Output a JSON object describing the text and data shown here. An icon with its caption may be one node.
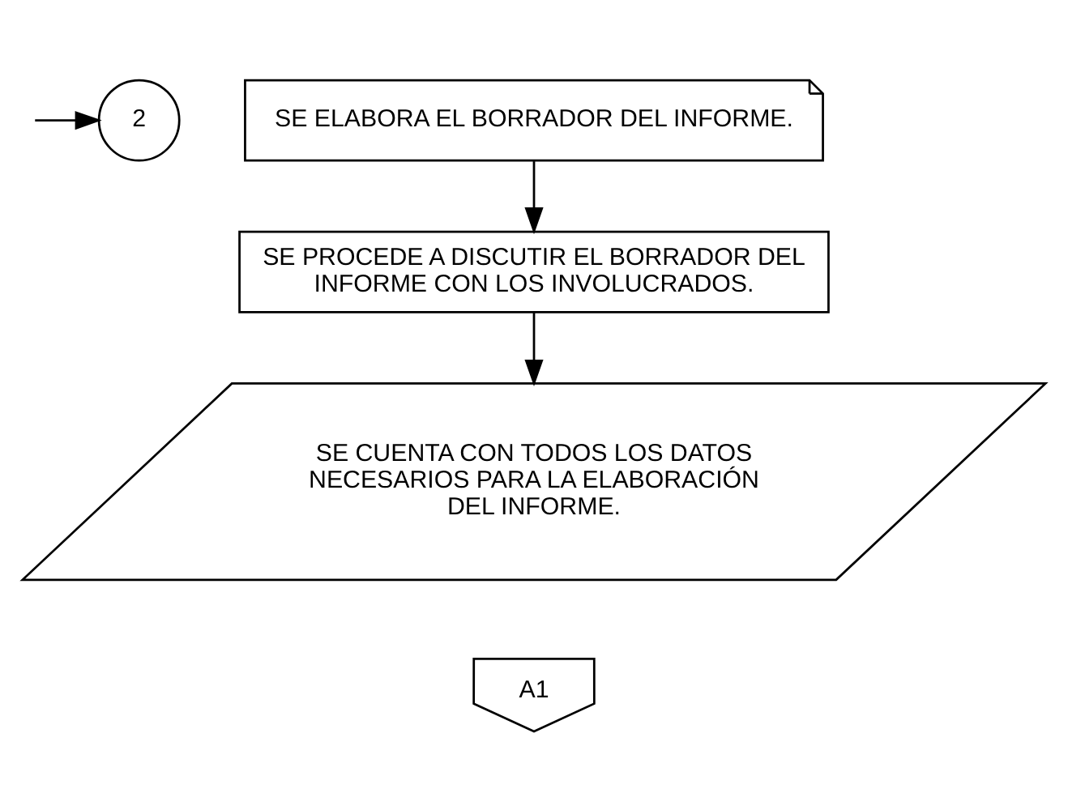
{
  "diagram": {
    "nodes": [
      {
        "text": [
          "2"
        ]
      },
      {
        "text": [
          "SE ELABORA EL BORRADOR DEL INFORME."
        ]
      },
      {
        "text": [
          "SE PROCEDE A DISCUTIR EL BORRADOR DEL INFORME CON LOS INVOLUCRADOS."
        ]
      },
      {
        "text": [
          "SE CUENTA CON TODOS LOS DATOS NECESARIOS PARA LA ELABORACIÓN DEL INFORME."
        ]
      },
      {
        "text": [
          "A1"
        ]
      }
    ],
    "edges": [
      {
        "from": null,
        "to": 0,
        "arrow": "to"
      },
      {
        "from": 1,
        "to": 2,
        "arrow": "to"
      },
      {
        "from": 2,
        "to": 3,
        "arrow": "to"
      }
    ]
  }
}
